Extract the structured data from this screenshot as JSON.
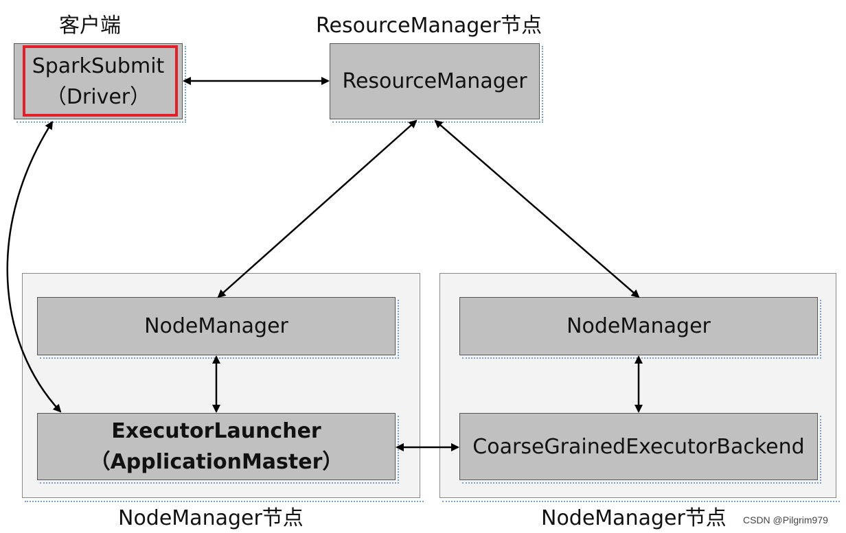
{
  "captions": {
    "client": "客户端",
    "rm_node": "ResourceManager节点",
    "nm_node_left": "NodeManager节点",
    "nm_node_right": "NodeManager节点"
  },
  "boxes": {
    "spark_submit_line1": "SparkSubmit",
    "spark_submit_line2": "（Driver）",
    "resource_manager": "ResourceManager",
    "node_manager_left": "NodeManager",
    "node_manager_right": "NodeManager",
    "executor_launcher_line1": "ExecutorLauncher",
    "executor_launcher_line2": "（ApplicationMaster）",
    "coarse_backend": "CoarseGrainedExecutorBackend"
  },
  "watermark": "CSDN @Pilgrim979",
  "colors": {
    "box_fill": "#c0c0c0",
    "group_fill": "#f3f3f3",
    "highlight": "#e0202a"
  }
}
